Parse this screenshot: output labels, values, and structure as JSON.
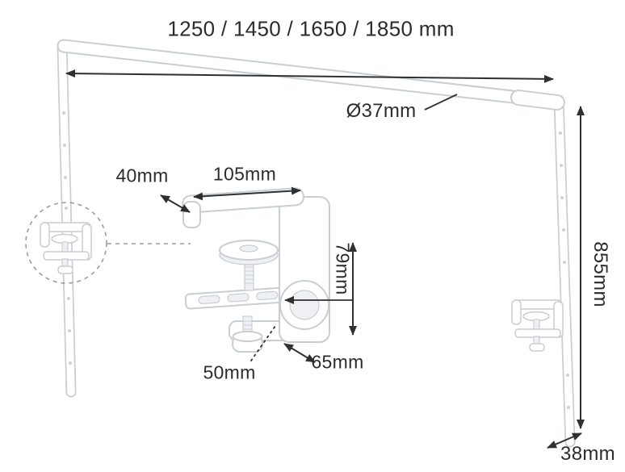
{
  "diagram": {
    "labels": {
      "bar_length": "1250 / 1450 / 1650 / 1850 mm",
      "tube_diameter": "Ø37mm",
      "pole_height": "855mm",
      "foot_size": "38mm",
      "clamp_lip_width": "40mm",
      "clamp_arm_length": "105mm",
      "clamp_opening_height": "79mm",
      "clamp_body_depth": "65mm",
      "clamp_screw_width": "50mm"
    },
    "colors": {
      "dimension_line": "#2e3032",
      "product_outline": "#c9ced3",
      "product_fill": "#ffffff",
      "product_shade": "#eef0f3",
      "dashed_detail": "#979ea4",
      "background": "#ffffff"
    }
  }
}
